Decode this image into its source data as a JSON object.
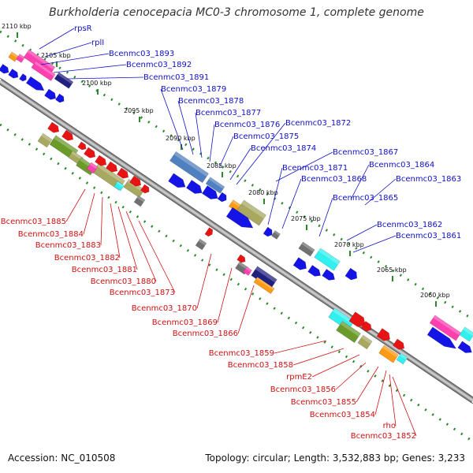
{
  "title": "Burkholderia cenocepacia MC0-3 chromosome 1, complete genome",
  "footer": {
    "accession": "Accession: NC_010508",
    "summary": "Topology: circular; Length: 3,532,883 bp; Genes: 3,233"
  },
  "ticks": [
    "2110 kbp",
    "2105 kbp",
    "2100 kbp",
    "2095 kbp",
    "2090 kbp",
    "2085 kbp",
    "2080 kbp",
    "2075 kbp",
    "2070 kbp",
    "2065 kbp",
    "2060 kbp"
  ],
  "forward_labels": [
    "rpsR",
    "rplI",
    "Bcenmc03_1893",
    "Bcenmc03_1892",
    "Bcenmc03_1891",
    "Bcenmc03_1879",
    "Bcenmc03_1878",
    "Bcenmc03_1877",
    "Bcenmc03_1876",
    "Bcenmc03_1875",
    "Bcenmc03_1874",
    "Bcenmc03_1872",
    "Bcenmc03_1867",
    "Bcenmc03_1871",
    "Bcenmc03_1864",
    "Bcenmc03_1868",
    "Bcenmc03_1863",
    "Bcenmc03_1865",
    "Bcenmc03_1862",
    "Bcenmc03_1861"
  ],
  "reverse_labels": [
    "Bcenmc03_1885",
    "Bcenmc03_1884",
    "Bcenmc03_1883",
    "Bcenmc03_1882",
    "Bcenmc03_1881",
    "Bcenmc03_1880",
    "Bcenmc03_1873",
    "Bcenmc03_1870",
    "Bcenmc03_1869",
    "Bcenmc03_1866",
    "Bcenmc03_1859",
    "Bcenmc03_1858",
    "rpmE2",
    "Bcenmc03_1856",
    "Bcenmc03_1855",
    "Bcenmc03_1854",
    "rho",
    "Bcenmc03_1852"
  ],
  "colors": {
    "backbone": "#8a8a8a",
    "blue_gene": "#1414e6",
    "red_gene": "#e81414",
    "orange": "#ff9a14",
    "pink": "#ff40b0",
    "cyan": "#30f0f0",
    "olive": "#a8a860",
    "green": "#6a9a2a",
    "steel": "#5080c0",
    "navy": "#202080",
    "gray": "#707070",
    "dot_green": "#2a8a2a",
    "forward_label": "#1010c8",
    "reverse_label": "#d01010"
  }
}
